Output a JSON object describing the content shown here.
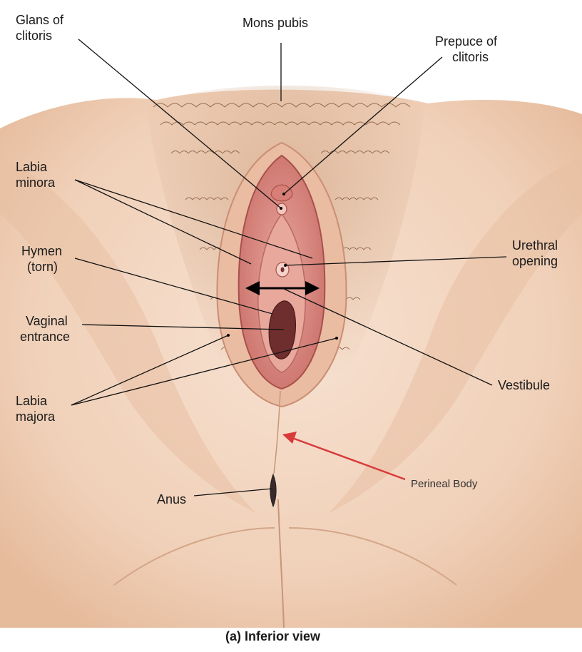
{
  "labels": {
    "glans_of_clitoris": [
      "Glans of",
      "clitoris"
    ],
    "mons_pubis": [
      "Mons pubis"
    ],
    "prepuce_of_clitoris": [
      "Prepuce of",
      "clitoris"
    ],
    "labia_minora": [
      "Labia",
      "minora"
    ],
    "hymen": [
      "Hymen",
      "(torn)"
    ],
    "urethral_opening": [
      "Urethral",
      "opening"
    ],
    "vaginal_entrance": [
      "Vaginal",
      "entrance"
    ],
    "vestibule": [
      "Vestibule"
    ],
    "labia_majora": [
      "Labia",
      "majora"
    ],
    "anus": [
      "Anus"
    ],
    "perineal_body": [
      "Perineal Body"
    ]
  },
  "caption": "(a) Inferior view",
  "colors": {
    "skin": "#f3d9c6",
    "skin_shadow": "#e3b898",
    "hair": "#8a5a3a",
    "mucosa": "#d98a80",
    "mucosa_dark": "#b55a55",
    "red_arrow": "#d93a3a"
  }
}
